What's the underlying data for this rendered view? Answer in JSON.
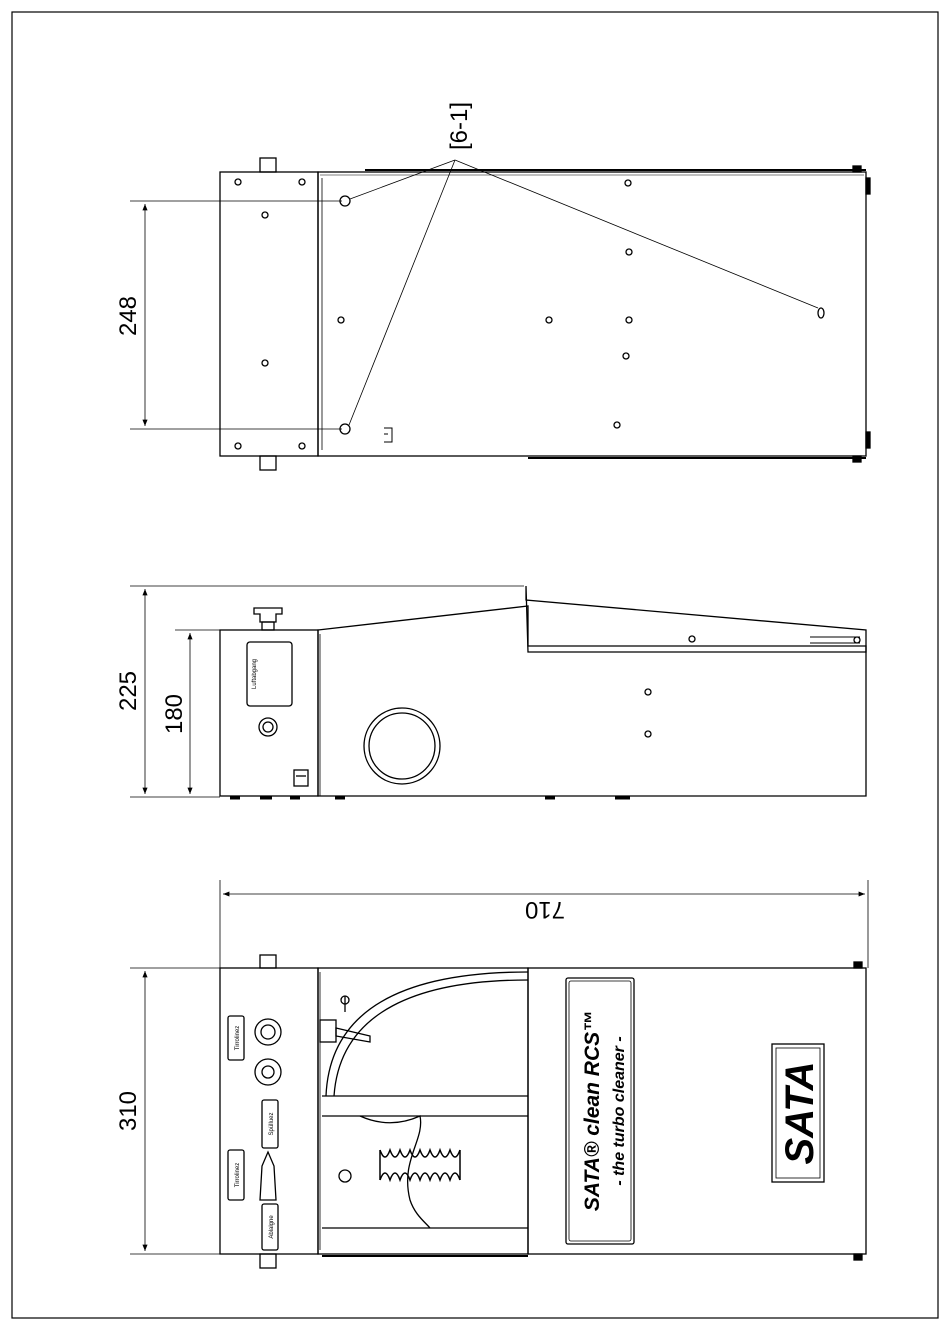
{
  "callout": {
    "label": "[6-1]"
  },
  "dimensions": {
    "height_top_view": "248",
    "height_overall": "225",
    "height_body": "180",
    "depth_front_view": "310",
    "length_overall": "710"
  },
  "side_view": {
    "panel_label": "Luftabgang"
  },
  "front_view": {
    "label_1": "Tirrolinez",
    "label_2": "Spülluez",
    "label_3": "Tirrolinez",
    "label_4": "Ablalgne",
    "nameplate_line1": "SATA® clean RCS™",
    "nameplate_line2": "- the turbo cleaner -",
    "logo": "SATA"
  },
  "colors": {
    "line": "#000000",
    "paper": "#ffffff"
  }
}
